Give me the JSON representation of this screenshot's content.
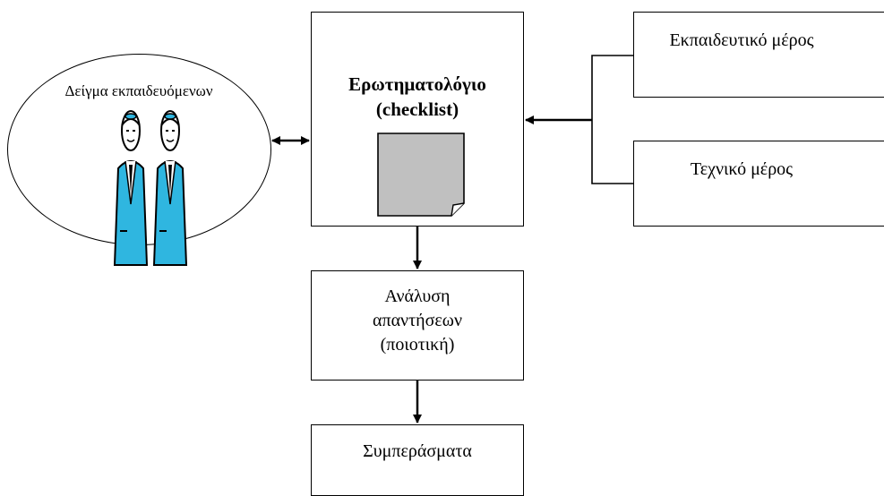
{
  "sample": {
    "label": "Δείγμα εκπαιδευόμενων",
    "figure_icon": "two-trainee-figures",
    "jacket_color": "#2fb6e0"
  },
  "questionnaire": {
    "title_line1": "Ερωτηματολόγιο",
    "title_line2": "(checklist)",
    "icon": "document-icon",
    "icon_color": "#c0c0c0"
  },
  "educational_part": {
    "label": "Εκπαιδευτικό μέρος"
  },
  "technical_part": {
    "label": "Τεχνικό μέρος"
  },
  "analysis": {
    "line1": "Ανάλυση",
    "line2": "απαντήσεων",
    "line3": "(ποιοτική)"
  },
  "conclusions": {
    "label": "Συμπεράσματα"
  }
}
